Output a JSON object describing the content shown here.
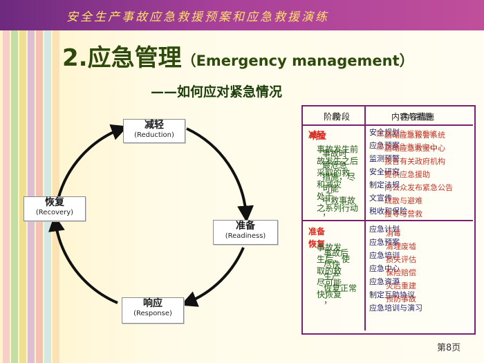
{
  "banner": {
    "text": "安全生产事故应急救援预案和应急救援演练"
  },
  "title": {
    "number_main": "2.应急管理",
    "english": "（Emergency management）"
  },
  "subtitle": "——如何应对紧急情况",
  "cycle": {
    "nodes": [
      {
        "id": "reduction",
        "zh": "减轻",
        "en": "(Reduction)"
      },
      {
        "id": "readiness",
        "zh": "准备",
        "en": "(Readiness)"
      },
      {
        "id": "response",
        "zh": "响应",
        "en": "(Response)"
      },
      {
        "id": "recovery",
        "zh": "恢复",
        "en": "(Recovery)"
      }
    ]
  },
  "table": {
    "headers": {
      "stage_a": "阶段",
      "stage_b": "阶段",
      "content_a": "内容与措施",
      "content_b": "内容措施"
    },
    "stages": [
      "减轻",
      "响应",
      "准备",
      "恢复"
    ],
    "stage_desc_1": [
      "事故发生前",
      "故发生之后",
      "采取的救",
      "和减灾",
      "处于",
      "之系列行动"
    ],
    "stage_desc_2": [
      "事故发",
      "生后，使",
      "取的救",
      "尽可能",
      "快恢复"
    ],
    "overlay_desc_1": [
      "事故时",
      "最危急",
      "措施，尽",
      "可能",
      "中救事故",
      "；"
    ],
    "overlay_desc_2": [
      "事故后",
      "尽快",
      "生产",
      "恢复正常",
      "；"
    ],
    "content_items_1": [
      "安全规划",
      "应急预案",
      "监测预警",
      "安全研究",
      "制定法规",
      "文宣传",
      "税收和保险"
    ],
    "content_items_2": [
      "应急计划",
      "应急预案",
      "应急培训",
      "应急中心",
      "应急资源",
      "制定互助协议",
      "应急培训与演习"
    ],
    "overlay_items_1": [
      "启动应急报警系统",
      "启动应急救援中心",
      "报告有关政府机构",
      "提供应急援助",
      "向公众发布紧急公告",
      "疏散与避难",
      "搜寻与营救"
    ],
    "overlay_items_2": [
      "消毒",
      "清理废墟",
      "损失评估",
      "保险赔偿",
      "灾后重建",
      "预防事故"
    ],
    "extra_items": [
      "建立应急报警系统",
      "建立应急救援中心"
    ]
  },
  "footer": {
    "page": "第8页"
  }
}
